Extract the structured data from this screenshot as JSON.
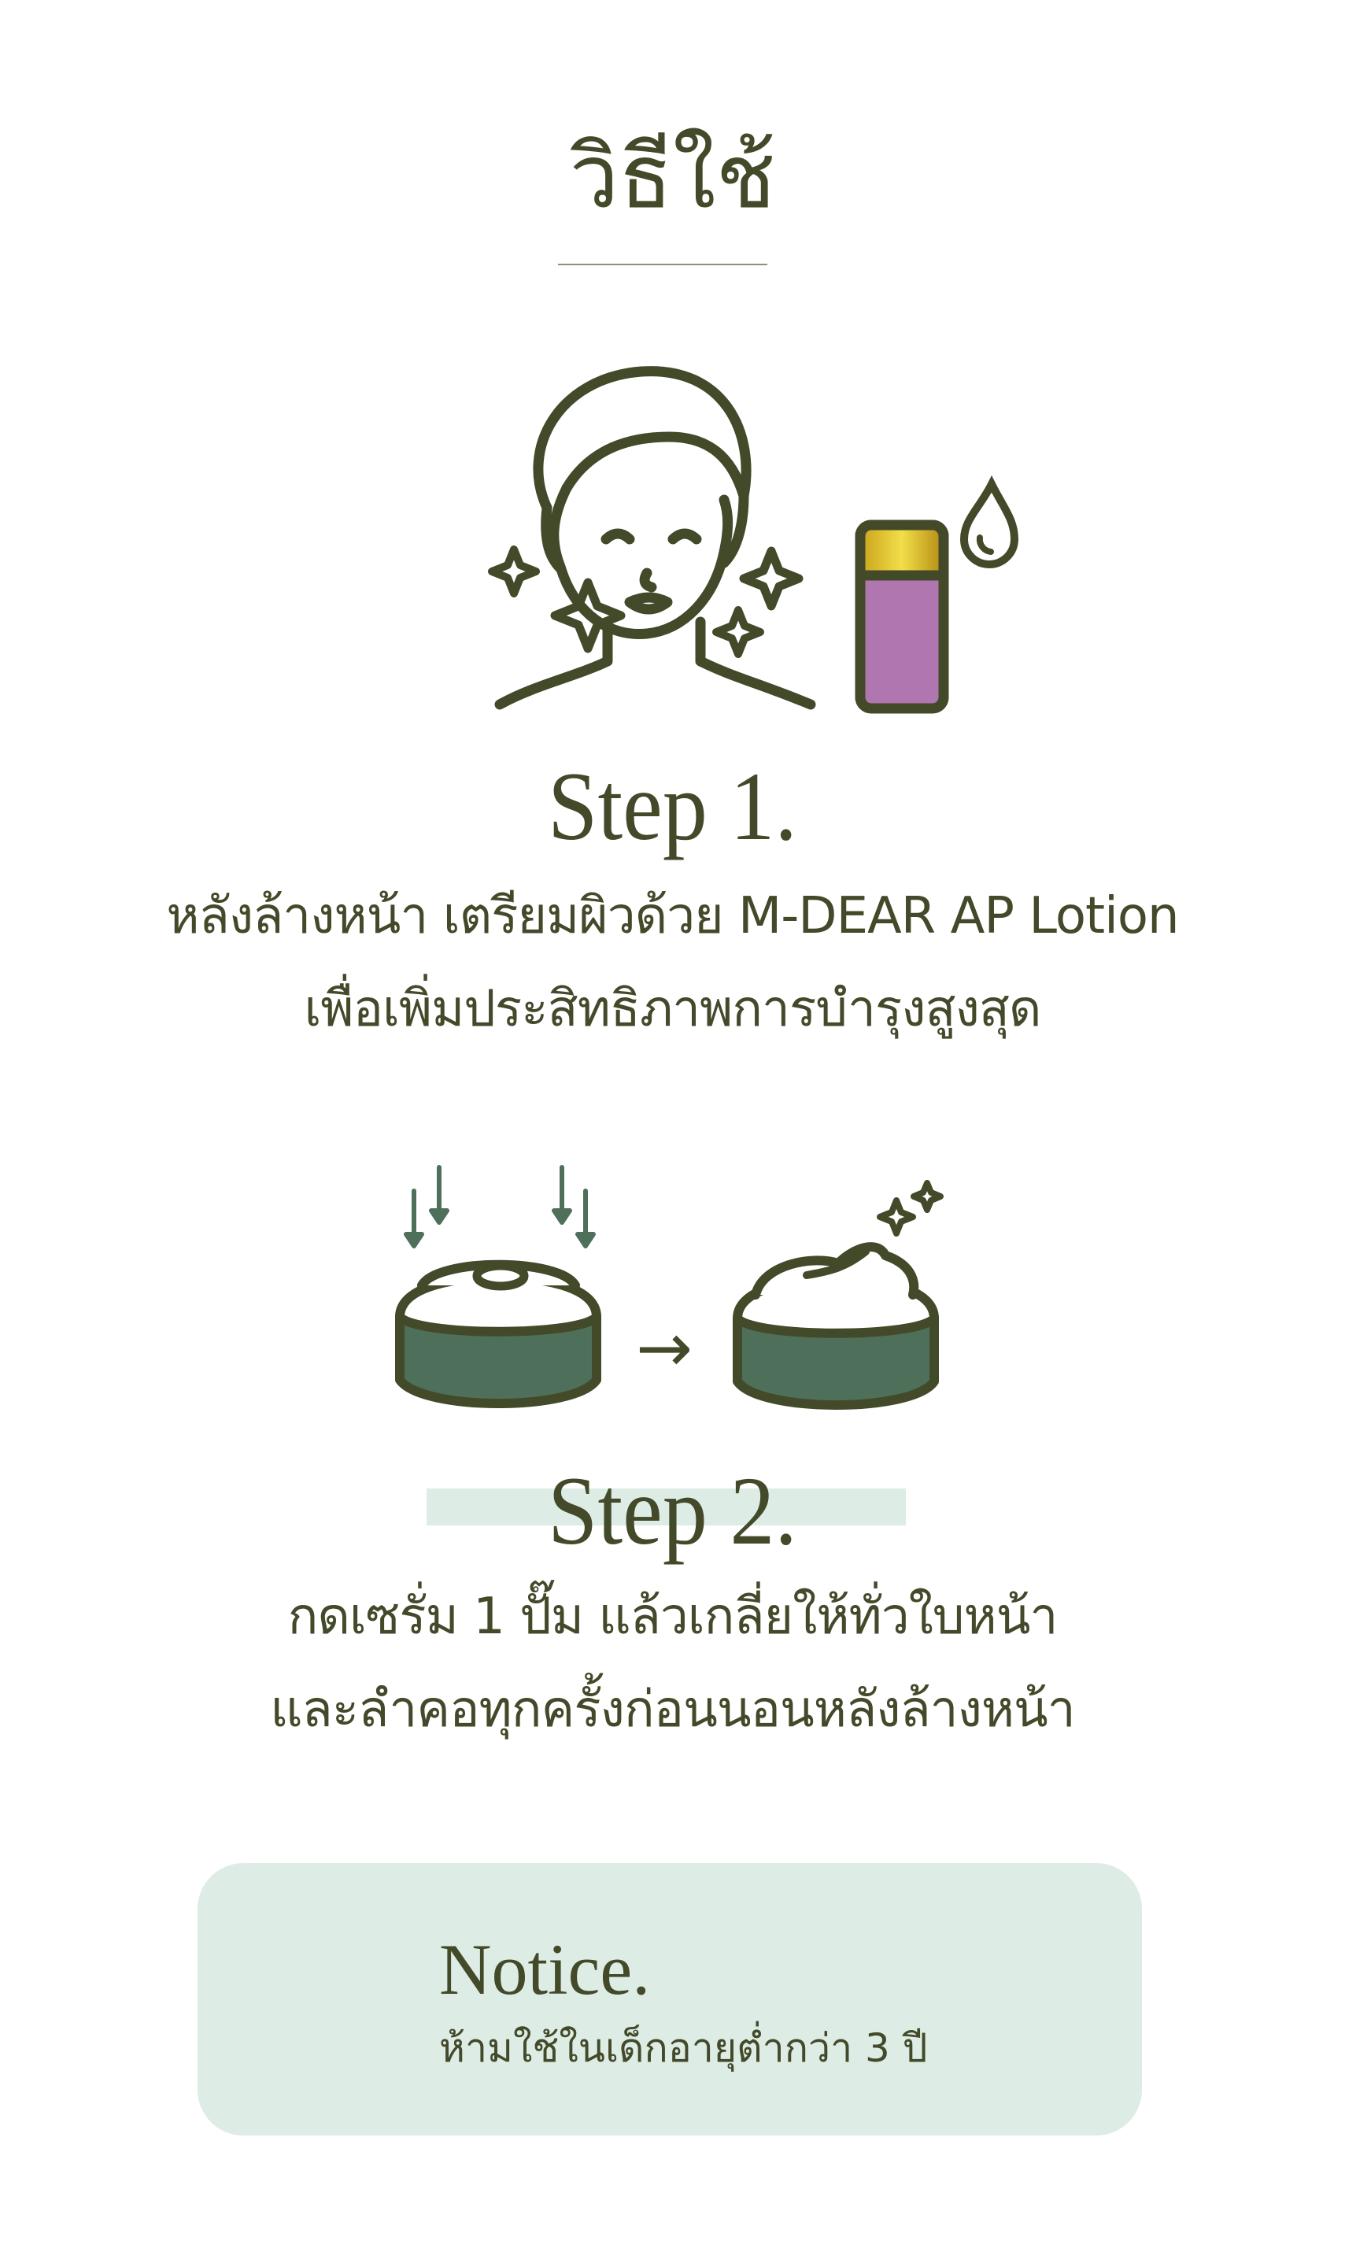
{
  "header": {
    "title": "วิธีใช้"
  },
  "steps": [
    {
      "heading": "Step 1.",
      "lines": [
        "หลังล้างหน้า เตรียมผิวด้วย M-DEAR AP Lotion",
        "เพื่อเพิ่มประสิทธิภาพการบำรุงสูงสุด"
      ],
      "illustration": "woman-face-towel-with-lotion-bottle-icon"
    },
    {
      "heading": "Step 2.",
      "lines": [
        "กดเซรั่ม 1 ปั๊ม แล้วเกลี่ยให้ทั่วใบหน้า",
        "และลำคอทุกครั้งก่อนนอนหลังล้างหน้า"
      ],
      "illustration": "cream-jar-before-after-icon",
      "arrow": "→"
    }
  ],
  "notice": {
    "title": "Notice.",
    "text": "ห้ามใช้ในเด็กอายุต่ำกว่า 3 ปี"
  },
  "colors": {
    "text": "#434a2a",
    "accent_light": "#deece6",
    "jar_green": "#4e705a",
    "bottle_purple": "#b076b0",
    "cap_gold": "#d4b21e"
  }
}
